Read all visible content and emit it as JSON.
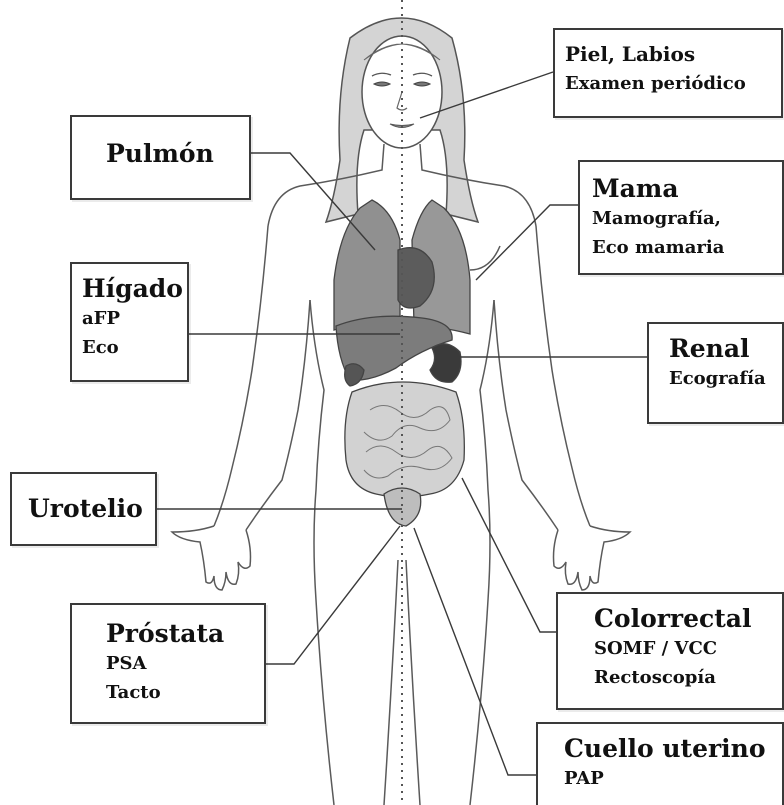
{
  "labels": {
    "piel": {
      "title": "Piel, Labios",
      "lines": [
        "Examen periódico"
      ]
    },
    "pulmon": {
      "title": "Pulmón"
    },
    "mama": {
      "title": "Mama",
      "lines": [
        "Mamografía,",
        "Eco mamaria"
      ]
    },
    "higado": {
      "title": "Hígado",
      "lines": [
        "aFP",
        "Eco"
      ]
    },
    "renal": {
      "title": "Renal",
      "lines": [
        "Ecografía"
      ]
    },
    "urotelio": {
      "title": "Urotelio"
    },
    "prostata": {
      "title": "Próstata",
      "lines": [
        "PSA",
        "Tacto"
      ]
    },
    "colorrectal": {
      "title": "Colorrectal",
      "lines": [
        "SOMF / VCC",
        "Rectoscopía"
      ]
    },
    "cuello": {
      "title": "Cuello uterino",
      "lines": [
        "PAP"
      ]
    }
  },
  "colors": {
    "outline": "#555555",
    "box_border": "#3a3a3a",
    "lung": "#8e8e8e",
    "liver": "#7a7a7a",
    "heart": "#5a5a5a",
    "kidney": "#3f3f3f",
    "intestine": "#cfcfcf",
    "hair": "#d2d2d2"
  }
}
